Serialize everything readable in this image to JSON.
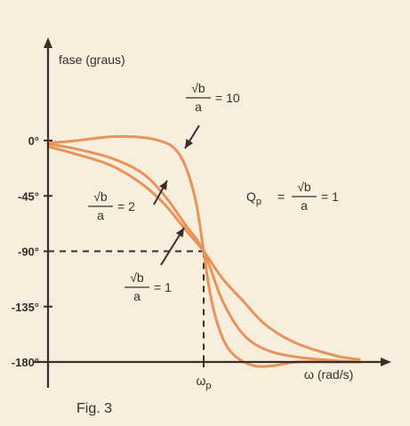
{
  "chart_data": {
    "type": "line",
    "ylabel": "fase (graus)",
    "xlabel": "ω (rad/s)",
    "ylim": [
      -180,
      0
    ],
    "y_ticks": [
      "0°",
      "-45°",
      "-90°",
      "-135°",
      "-180°"
    ],
    "x_tick_label": "ωp",
    "curve_color": "#e8935a",
    "series": [
      {
        "ratio": "10",
        "x": [
          -1.0,
          -0.85,
          -0.6,
          -0.45,
          -0.32,
          -0.2,
          -0.12,
          -0.05,
          0,
          0.05,
          0.12,
          0.2,
          0.32,
          0.45,
          0.6,
          0.85,
          1.0
        ],
        "y": [
          -2,
          -0.5,
          3,
          3,
          1,
          -5,
          -20,
          -50,
          -90,
          -130,
          -160,
          -175,
          -183,
          -183,
          -180,
          -180,
          -180
        ]
      },
      {
        "ratio": "2",
        "x": [
          -1.0,
          -0.85,
          -0.6,
          -0.4,
          -0.25,
          -0.12,
          0,
          0.12,
          0.25,
          0.4,
          0.6,
          0.85,
          1.0
        ],
        "y": [
          -3,
          -6,
          -14,
          -26,
          -45,
          -68,
          -90,
          -130,
          -157,
          -170,
          -176,
          -179,
          -180
        ]
      },
      {
        "ratio": "1",
        "x": [
          -1.0,
          -0.85,
          -0.6,
          -0.4,
          -0.25,
          -0.12,
          0,
          0.12,
          0.25,
          0.4,
          0.6,
          0.85,
          1.0
        ],
        "y": [
          -5,
          -10,
          -20,
          -35,
          -52,
          -72,
          -90,
          -112,
          -130,
          -150,
          -165,
          -175,
          -178
        ]
      }
    ],
    "annotations": [
      {
        "id": "r10",
        "num": "√b",
        "den": "a",
        "rhs": "= 10"
      },
      {
        "id": "r2",
        "num": "√b",
        "den": "a",
        "rhs": "= 2"
      },
      {
        "id": "r1",
        "num": "√b",
        "den": "a",
        "rhs": "= 1"
      },
      {
        "id": "qp",
        "lhs": "Q",
        "sub": "p",
        "mid": "=",
        "num": "√b",
        "den": "a",
        "rhs": "= 1"
      }
    ]
  },
  "caption": "Fig. 3"
}
